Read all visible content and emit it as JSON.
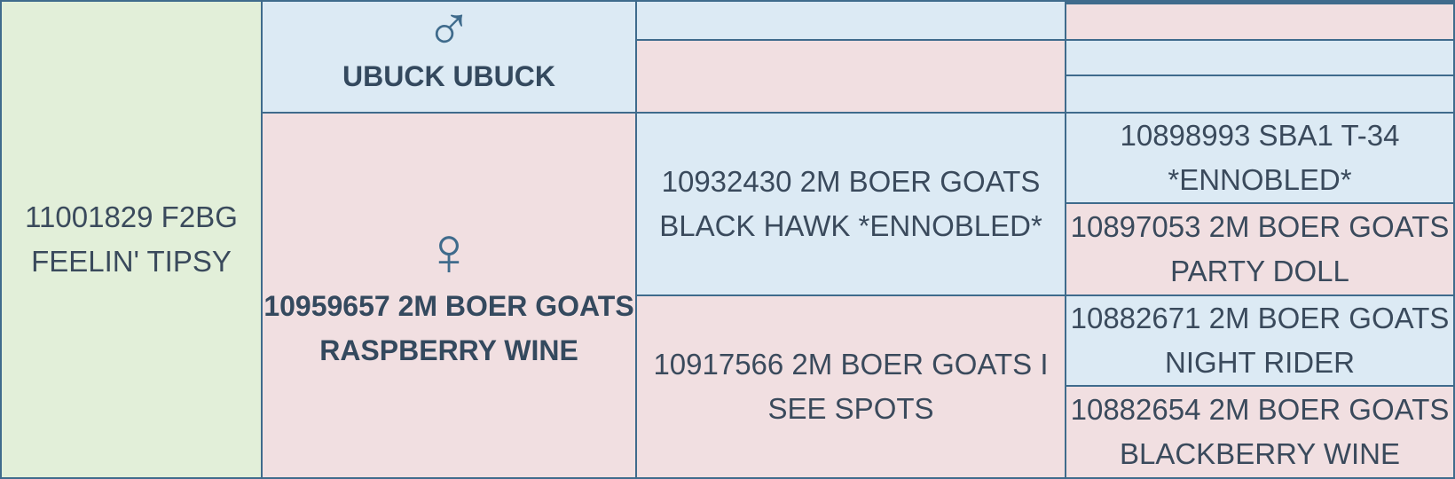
{
  "subject": {
    "label": "11001829 F2BG FEELIN' TIPSY"
  },
  "sire": {
    "label": "UBUCK UBUCK",
    "icon": "male-symbol-icon",
    "symbol": "♂"
  },
  "dam": {
    "label": "10959657 2M BOER GOATS RASPBERRY WINE",
    "icon": "female-symbol-icon",
    "symbol": "♀"
  },
  "generation3": {
    "sire_sire": "",
    "sire_dam": "",
    "dam_sire": "10932430 2M BOER GOATS BLACK HAWK *ENNOBLED*",
    "dam_dam": "10917566 2M BOER GOATS I SEE SPOTS"
  },
  "generation4": {
    "top_1": "",
    "top_2": "",
    "top_3": "",
    "dam_sire_sire": "10898993 SBA1 T-34 *ENNOBLED*",
    "dam_sire_dam": "10897053 2M BOER GOATS PARTY DOLL",
    "dam_dam_sire": "10882671 2M BOER GOATS NIGHT RIDER",
    "dam_dam_dam": "10882654 2M BOER GOATS BLACKBERRY WINE"
  },
  "colors": {
    "subject": "#e2efd9",
    "male": "#dceaf4",
    "female": "#f1dfe1",
    "border": "#3f6b8c",
    "text": "#3a4a5c"
  }
}
